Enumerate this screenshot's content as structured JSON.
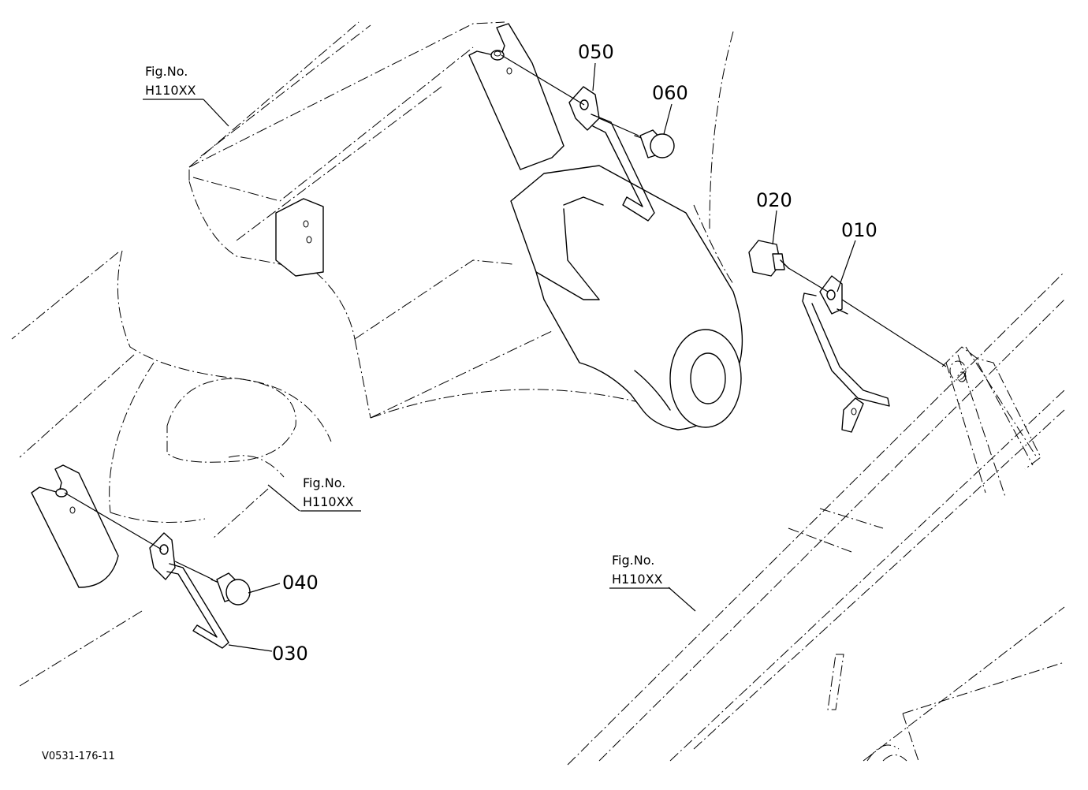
{
  "figure_refs": [
    {
      "label": "Fig.No.",
      "code": "H110XX"
    },
    {
      "label": "Fig.No.",
      "code": "H110XX"
    },
    {
      "label": "Fig.No.",
      "code": "H110XX"
    }
  ],
  "parts": [
    {
      "number": "010"
    },
    {
      "number": "020"
    },
    {
      "number": "030"
    },
    {
      "number": "040"
    },
    {
      "number": "050"
    },
    {
      "number": "060"
    }
  ],
  "drawing_code": "V0531-176-11"
}
